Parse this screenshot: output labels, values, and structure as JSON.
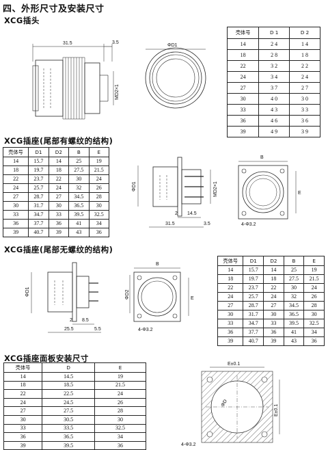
{
  "page_heading": "四、外形尺寸及安装尺寸",
  "sections": {
    "plug": {
      "title": "XCG插头",
      "dims": {
        "length": "31.5",
        "tail": "3.5",
        "d2": "MD2×1",
        "d1": "ΦD1"
      },
      "headers": [
        "壳体号",
        "D 1",
        "D 2"
      ],
      "rows": [
        [
          "14",
          "2 4",
          "1 4"
        ],
        [
          "18",
          "2 8",
          "1 8"
        ],
        [
          "22",
          "3 2",
          "2 2"
        ],
        [
          "24",
          "3 4",
          "2 4"
        ],
        [
          "27",
          "3 7",
          "2 7"
        ],
        [
          "30",
          "4 0",
          "3 0"
        ],
        [
          "33",
          "4 3",
          "3 3"
        ],
        [
          "36",
          "4 6",
          "3 6"
        ],
        [
          "39",
          "4 9",
          "3 9"
        ]
      ]
    },
    "socket_thread": {
      "title": "XCG插座(尾部有螺纹的结构)",
      "dims": {
        "d1": "ΦD1",
        "d2": "MD2×1",
        "two": "2",
        "w": "14.5",
        "length": "31.5",
        "tail": "3.5",
        "b": "B",
        "e": "E",
        "holes": "4-Φ3.2"
      },
      "headers": [
        "壳体号",
        "D1",
        "D2",
        "B",
        "E"
      ],
      "rows": [
        [
          "14",
          "15.7",
          "14",
          "25",
          "19"
        ],
        [
          "18",
          "19.7",
          "18",
          "27.5",
          "21.5"
        ],
        [
          "22",
          "23.7",
          "22",
          "30",
          "24"
        ],
        [
          "24",
          "25.7",
          "24",
          "32",
          "26"
        ],
        [
          "27",
          "28.7",
          "27",
          "34.5",
          "28"
        ],
        [
          "30",
          "31.7",
          "30",
          "36.5",
          "30"
        ],
        [
          "33",
          "34.7",
          "33",
          "39.5",
          "32.5"
        ],
        [
          "36",
          "37.7",
          "36",
          "41",
          "34"
        ],
        [
          "39",
          "40.7",
          "39",
          "43",
          "36"
        ]
      ]
    },
    "socket_plain": {
      "title": "XCG插座(尾部无螺纹的结构)",
      "dims": {
        "d1": "ΦD1",
        "d2": "ΦD2",
        "two": "2",
        "w": "8.5",
        "length": "25.5",
        "tail": "5.5",
        "b": "B",
        "e": "E",
        "holes": "4-Φ3.2"
      },
      "headers": [
        "壳体号",
        "D1",
        "D2",
        "B",
        "E"
      ],
      "rows": [
        [
          "14",
          "15.7",
          "14",
          "25",
          "19"
        ],
        [
          "18",
          "19.7",
          "18",
          "27.5",
          "21.5"
        ],
        [
          "22",
          "23.7",
          "22",
          "30",
          "24"
        ],
        [
          "24",
          "25.7",
          "24",
          "32",
          "26"
        ],
        [
          "27",
          "28.7",
          "27",
          "34.5",
          "28"
        ],
        [
          "30",
          "31.7",
          "30",
          "36.5",
          "30"
        ],
        [
          "33",
          "34.7",
          "33",
          "39.5",
          "32.5"
        ],
        [
          "36",
          "37.7",
          "36",
          "41",
          "34"
        ],
        [
          "39",
          "40.7",
          "39",
          "43",
          "36"
        ]
      ]
    },
    "panel": {
      "title": "XCG插座面板安装尺寸",
      "dims": {
        "e_top": "E±0.1",
        "e_side": "E±0.1",
        "dia": "ΦD",
        "holes": "4-Φ3.2"
      },
      "headers": [
        "壳体号",
        "D",
        "E"
      ],
      "rows": [
        [
          "14",
          "14.5",
          "19"
        ],
        [
          "18",
          "18.5",
          "21.5"
        ],
        [
          "22",
          "22.5",
          "24"
        ],
        [
          "24",
          "24.5",
          "26"
        ],
        [
          "27",
          "27.5",
          "28"
        ],
        [
          "30",
          "30.5",
          "30"
        ],
        [
          "33",
          "33.5",
          "32.5"
        ],
        [
          "36",
          "36.5",
          "34"
        ],
        [
          "39",
          "39.5",
          "36"
        ]
      ]
    }
  }
}
